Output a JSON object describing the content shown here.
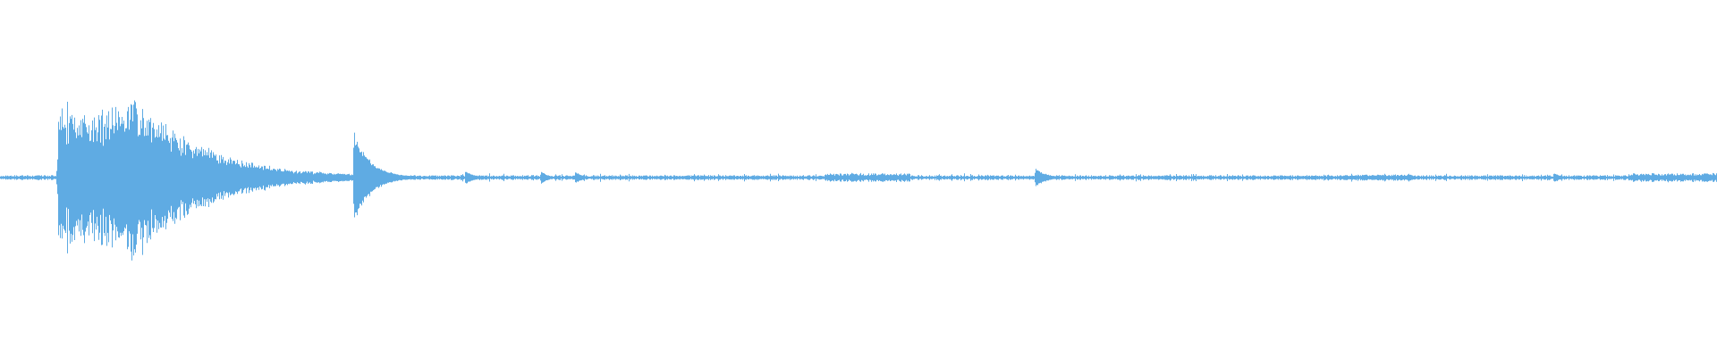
{
  "waveform": {
    "color": "#5fabe3",
    "background": "#ffffff",
    "baseline_amplitude": 0.03,
    "noise_floor": 0.012,
    "bursts": [
      {
        "at": 0.033,
        "peak": 0.12,
        "decay": 0.004
      },
      {
        "at": 0.034,
        "peak": 0.82,
        "rise": 0.001,
        "sustain": 0.03,
        "decay": 0.045,
        "jitter": 0.35
      },
      {
        "at": 0.068,
        "peak": 1.0,
        "rise": 0.002,
        "sustain": 0.006,
        "decay": 0.04,
        "jitter": 0.4
      },
      {
        "at": 0.206,
        "peak": 0.52,
        "decay": 0.01
      },
      {
        "at": 0.271,
        "peak": 0.08,
        "decay": 0.005
      },
      {
        "at": 0.315,
        "peak": 0.08,
        "decay": 0.004
      },
      {
        "at": 0.335,
        "peak": 0.07,
        "decay": 0.004
      },
      {
        "at": 0.603,
        "peak": 0.11,
        "decay": 0.006
      },
      {
        "at": 0.82,
        "peak": 0.05,
        "decay": 0.004
      },
      {
        "at": 0.905,
        "peak": 0.06,
        "decay": 0.004
      }
    ],
    "texture_regions": [
      {
        "from": 0.48,
        "to": 0.53,
        "level": 0.05
      },
      {
        "from": 0.78,
        "to": 0.82,
        "level": 0.035
      },
      {
        "from": 0.95,
        "to": 1.0,
        "level": 0.05
      }
    ]
  }
}
